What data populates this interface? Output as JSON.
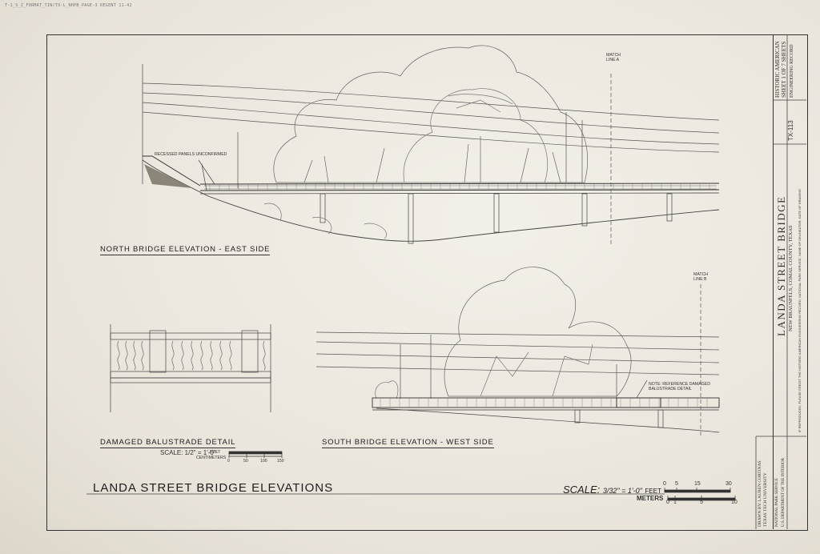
{
  "header_note": "T-1_S_Z_FORMAT_TIN/TX-L_NHPB_PAGE-3 REGENT 11-42",
  "drawings": {
    "north_elevation": {
      "title": "NORTH BRIDGE ELEVATION - EAST SIDE",
      "note_panels": "RECESSED PANELS UNCONFIRMED",
      "match_line": "MATCH LINE A"
    },
    "south_elevation": {
      "title": "SOUTH BRIDGE ELEVATION - WEST SIDE",
      "note_reference": "NOTE: REFERENCE DAMAGED BALUSTRADE DETAIL",
      "match_line": "MATCH LINE B"
    },
    "balustrade_detail": {
      "title": "DAMAGED BALUSTRADE DETAIL",
      "scale": "SCALE: 1/2\" = 1'-0\"",
      "feet_label": "FEET",
      "cm_label": "CENTIMETERS",
      "cm_ticks": [
        "0",
        "50",
        "100",
        "150"
      ]
    }
  },
  "sheet_title": "LANDA STREET BRIDGE ELEVATIONS",
  "scale_main": {
    "label": "SCALE:",
    "value": "3/32\" = 1'-0\"",
    "feet_label": "FEET",
    "meters_label": "METERS",
    "feet_ticks": [
      "0",
      "5",
      "15",
      "30"
    ],
    "meter_ticks": [
      "0",
      "1",
      "5",
      "10"
    ]
  },
  "title_block": {
    "survey_top": "HISTORIC AMERICAN",
    "survey_bottom": "SHEET 1 OF 7 SHEETS",
    "record": "ENGINEERING RECORD",
    "survey_number": "TX-113",
    "bridge_name": "LANDA STREET BRIDGE",
    "location": "NEW BRAUNFELS, COMAL COUNTY, TEXAS",
    "credit": "IF REPRODUCED, PLEASE CREDIT THE HISTORIC AMERICAN ENGINEERING RECORD, NATIONAL PARK SERVICE, NAME OF DELINEATOR, DATE OF DRAWING",
    "drawn_by": "DRAWN BY: LAUREN CORTINAS",
    "university": "TEXAS TECH UNIVERSITY",
    "nps": "NATIONAL PARK SERVICE",
    "doi": "U.S. DEPARTMENT OF THE INTERIOR"
  }
}
